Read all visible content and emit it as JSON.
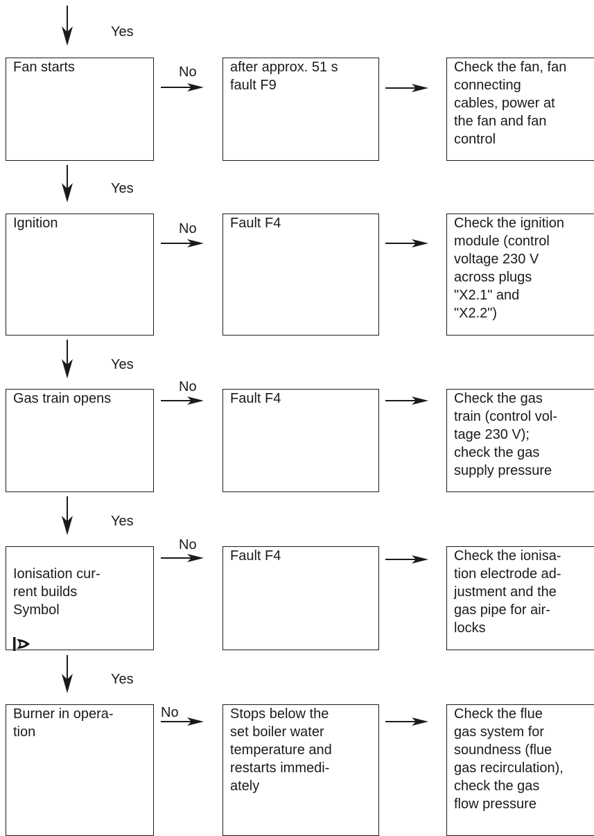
{
  "steps": [
    {
      "condition": "Fan starts",
      "yes_label": "Yes",
      "no_label": "No",
      "result": "after approx. 51 s\nfault F9",
      "action": "Check the fan, fan\nconnecting\ncables, power at\nthe fan and fan\ncontrol"
    },
    {
      "condition": "Ignition",
      "yes_label": "Yes",
      "no_label": "No",
      "result": "Fault F4",
      "action": "Check the ignition\nmodule (control\nvoltage 230 V\nacross plugs\n\"X2.1\" and\n\"X2.2\")"
    },
    {
      "condition": "Gas train opens",
      "yes_label": "Yes",
      "no_label": "No",
      "result": "Fault F4",
      "action": "Check the gas\ntrain (control vol-\ntage 230 V);\ncheck the gas\nsupply pressure"
    },
    {
      "condition": "Ionisation cur-\nrent builds\nSymbol",
      "symbol_icon": "flame-icon",
      "yes_label": "Yes",
      "no_label": "No",
      "result": "Fault F4",
      "action": "Check the ionisa-\ntion electrode ad-\njustment and the\ngas pipe for air-\nlocks"
    },
    {
      "condition": "Burner in opera-\ntion",
      "no_label": "No",
      "result": "Stops below the\nset boiler water\ntemperature and\nrestarts immedi-\nately",
      "action": "Check the flue\ngas system for\nsoundness (flue\ngas recirculation),\ncheck the gas\nflow pressure"
    }
  ],
  "top_yes_label": "Yes"
}
